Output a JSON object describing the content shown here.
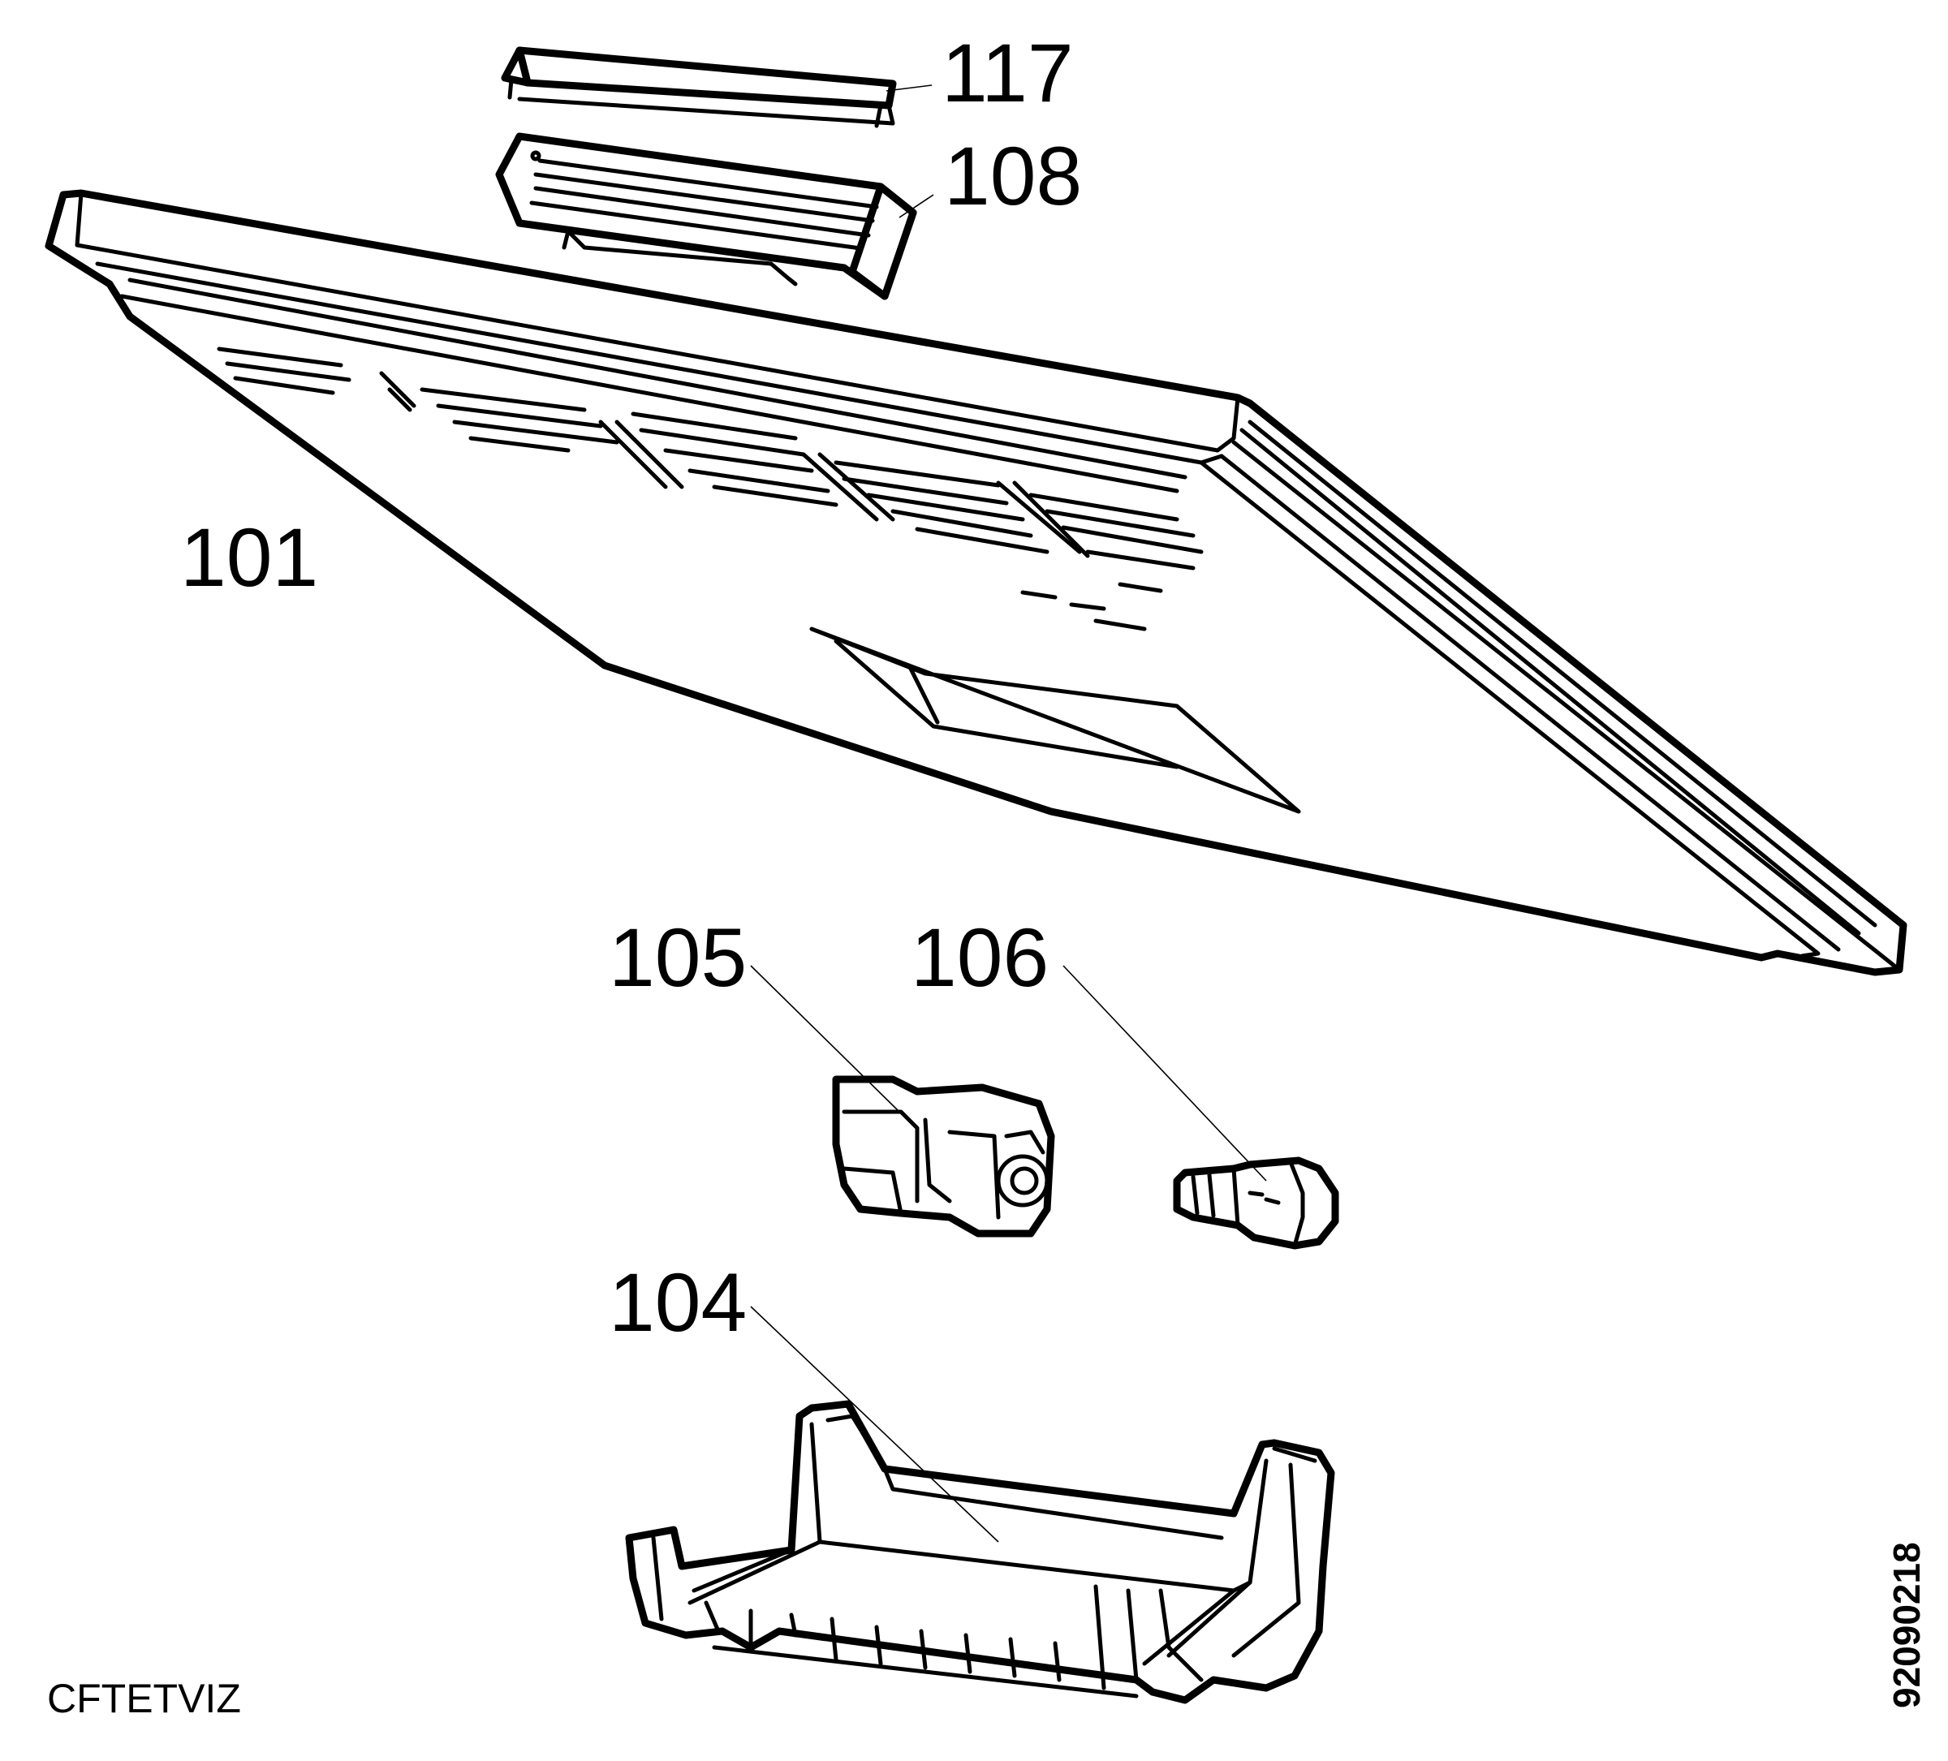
{
  "diagram": {
    "labels": {
      "p117": "117",
      "p108": "108",
      "p101": "101",
      "p105": "105",
      "p106": "106",
      "p104": "104"
    },
    "drawing_code": "CFTETVIZ",
    "document_number": "92090218",
    "colors": {
      "line": "#000000",
      "background": "#ffffff"
    }
  }
}
